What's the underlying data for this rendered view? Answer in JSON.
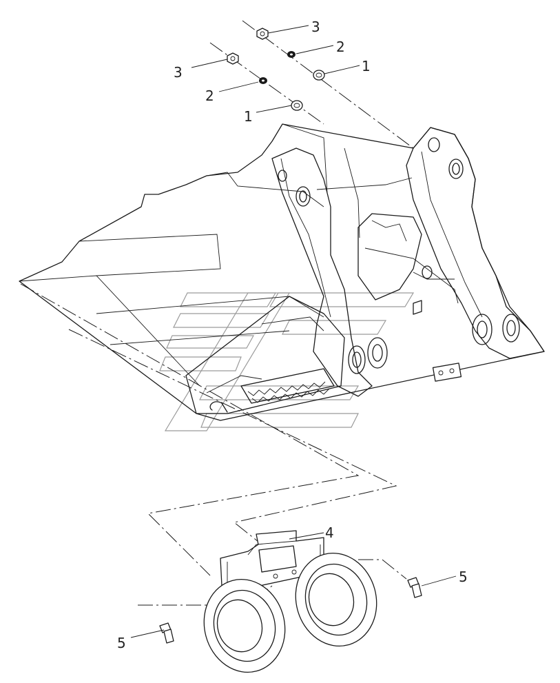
{
  "callouts": {
    "c3_top": "3",
    "c2_top": "2",
    "c1_top": "1",
    "c3_left": "3",
    "c2_left": "2",
    "c1_left": "1",
    "c4": "4",
    "c5_right": "5",
    "c5_left": "5"
  },
  "parts": [
    {
      "ref": "1",
      "icon": "flat-washer-icon"
    },
    {
      "ref": "2",
      "icon": "lock-washer-icon"
    },
    {
      "ref": "3",
      "icon": "hex-nut-icon"
    },
    {
      "ref": "4",
      "icon": "headlamp-assembly-icon"
    },
    {
      "ref": "5",
      "icon": "bolt-icon"
    }
  ],
  "colors": {
    "line": "#1a1a1a",
    "watermark": "#9a9a9a",
    "background": "#ffffff"
  }
}
